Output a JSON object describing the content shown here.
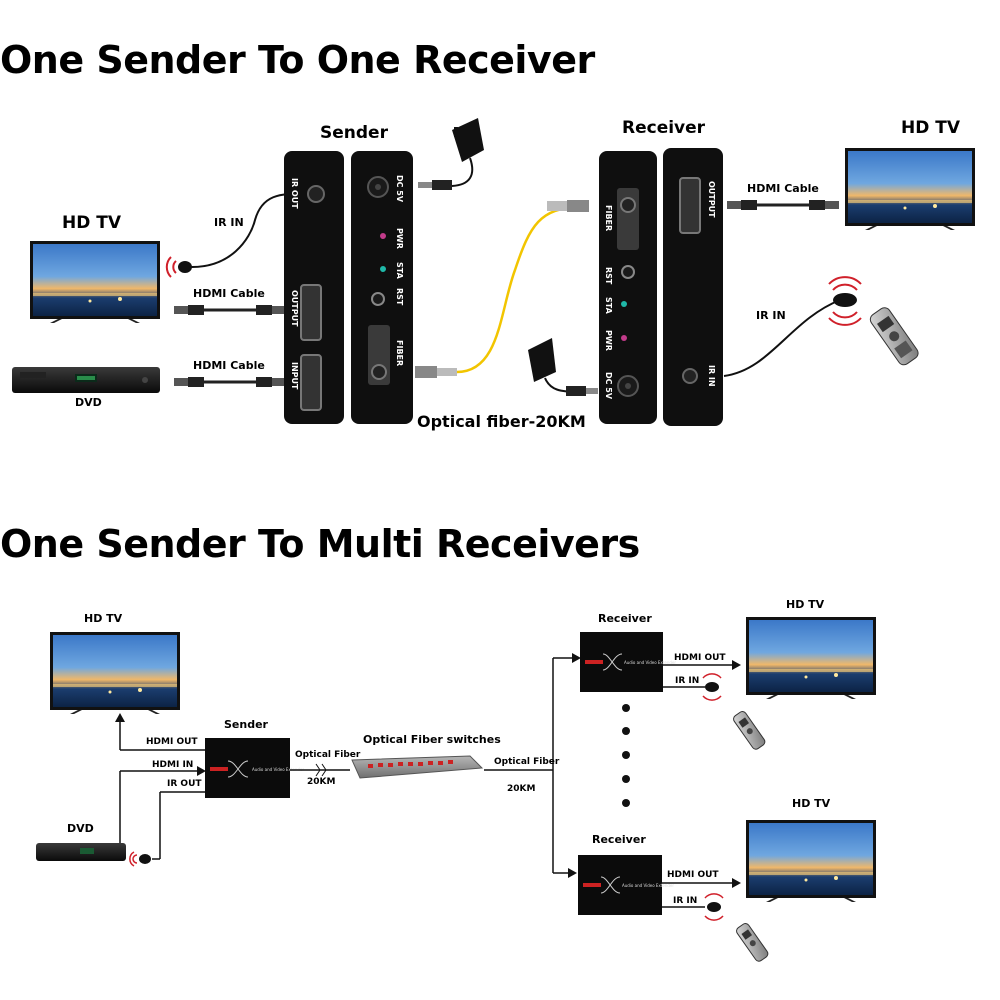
{
  "section1": {
    "title": "One Sender To One Receiver",
    "sender_label": "Sender",
    "receiver_label": "Receiver",
    "hdtv_left_label": "HD TV",
    "hdtv_right_label": "HD TV",
    "dvd_label": "DVD",
    "ir_in_left": "IR IN",
    "ir_in_right": "IR IN",
    "hdmi_cable_1": "HDMI Cable",
    "hdmi_cable_2": "HDMI Cable",
    "hdmi_cable_3": "HDMI Cable",
    "fiber_label": "Optical fiber-20KM",
    "sender_ports": {
      "ir_out": "IR OUT",
      "output": "OUTPUT",
      "input": "INPUT",
      "dc5v": "DC 5V",
      "pwr": "PWR",
      "sta": "STA",
      "rst": "RST",
      "fiber": "FIBER"
    },
    "receiver_ports": {
      "fiber": "FIBER",
      "rst": "RST",
      "sta": "STA",
      "pwr": "PWR",
      "dc5v": "DC 5V",
      "output": "OUTPUT",
      "ir_in": "IR IN"
    }
  },
  "section2": {
    "title": "One Sender To Multi Receivers",
    "hdtv_left_label": "HD TV",
    "dvd_label": "DVD",
    "sender_label": "Sender",
    "hdmi_out": "HDMI OUT",
    "hdmi_in": "HDMI IN",
    "ir_out": "IR OUT",
    "optical_fiber_1": "Optical Fiber",
    "km_1": "20KM",
    "switch_label": "Optical Fiber switches",
    "optical_fiber_2": "Optical Fiber",
    "km_2": "20KM",
    "receiver_top_label": "Receiver",
    "receiver_bottom_label": "Receiver",
    "hdtv_top_right_label": "HD TV",
    "hdtv_bottom_right_label": "HD TV",
    "rx_top_hdmi_out": "HDMI OUT",
    "rx_top_ir_in": "IR IN",
    "rx_bottom_hdmi_out": "HDMI OUT",
    "rx_bottom_ir_in": "IR IN"
  },
  "colors": {
    "device_black": "#0f0f0f",
    "fiber_yellow": "#f2c500",
    "ir_red": "#d0202a",
    "tv_sky": "#2f6fc0"
  }
}
